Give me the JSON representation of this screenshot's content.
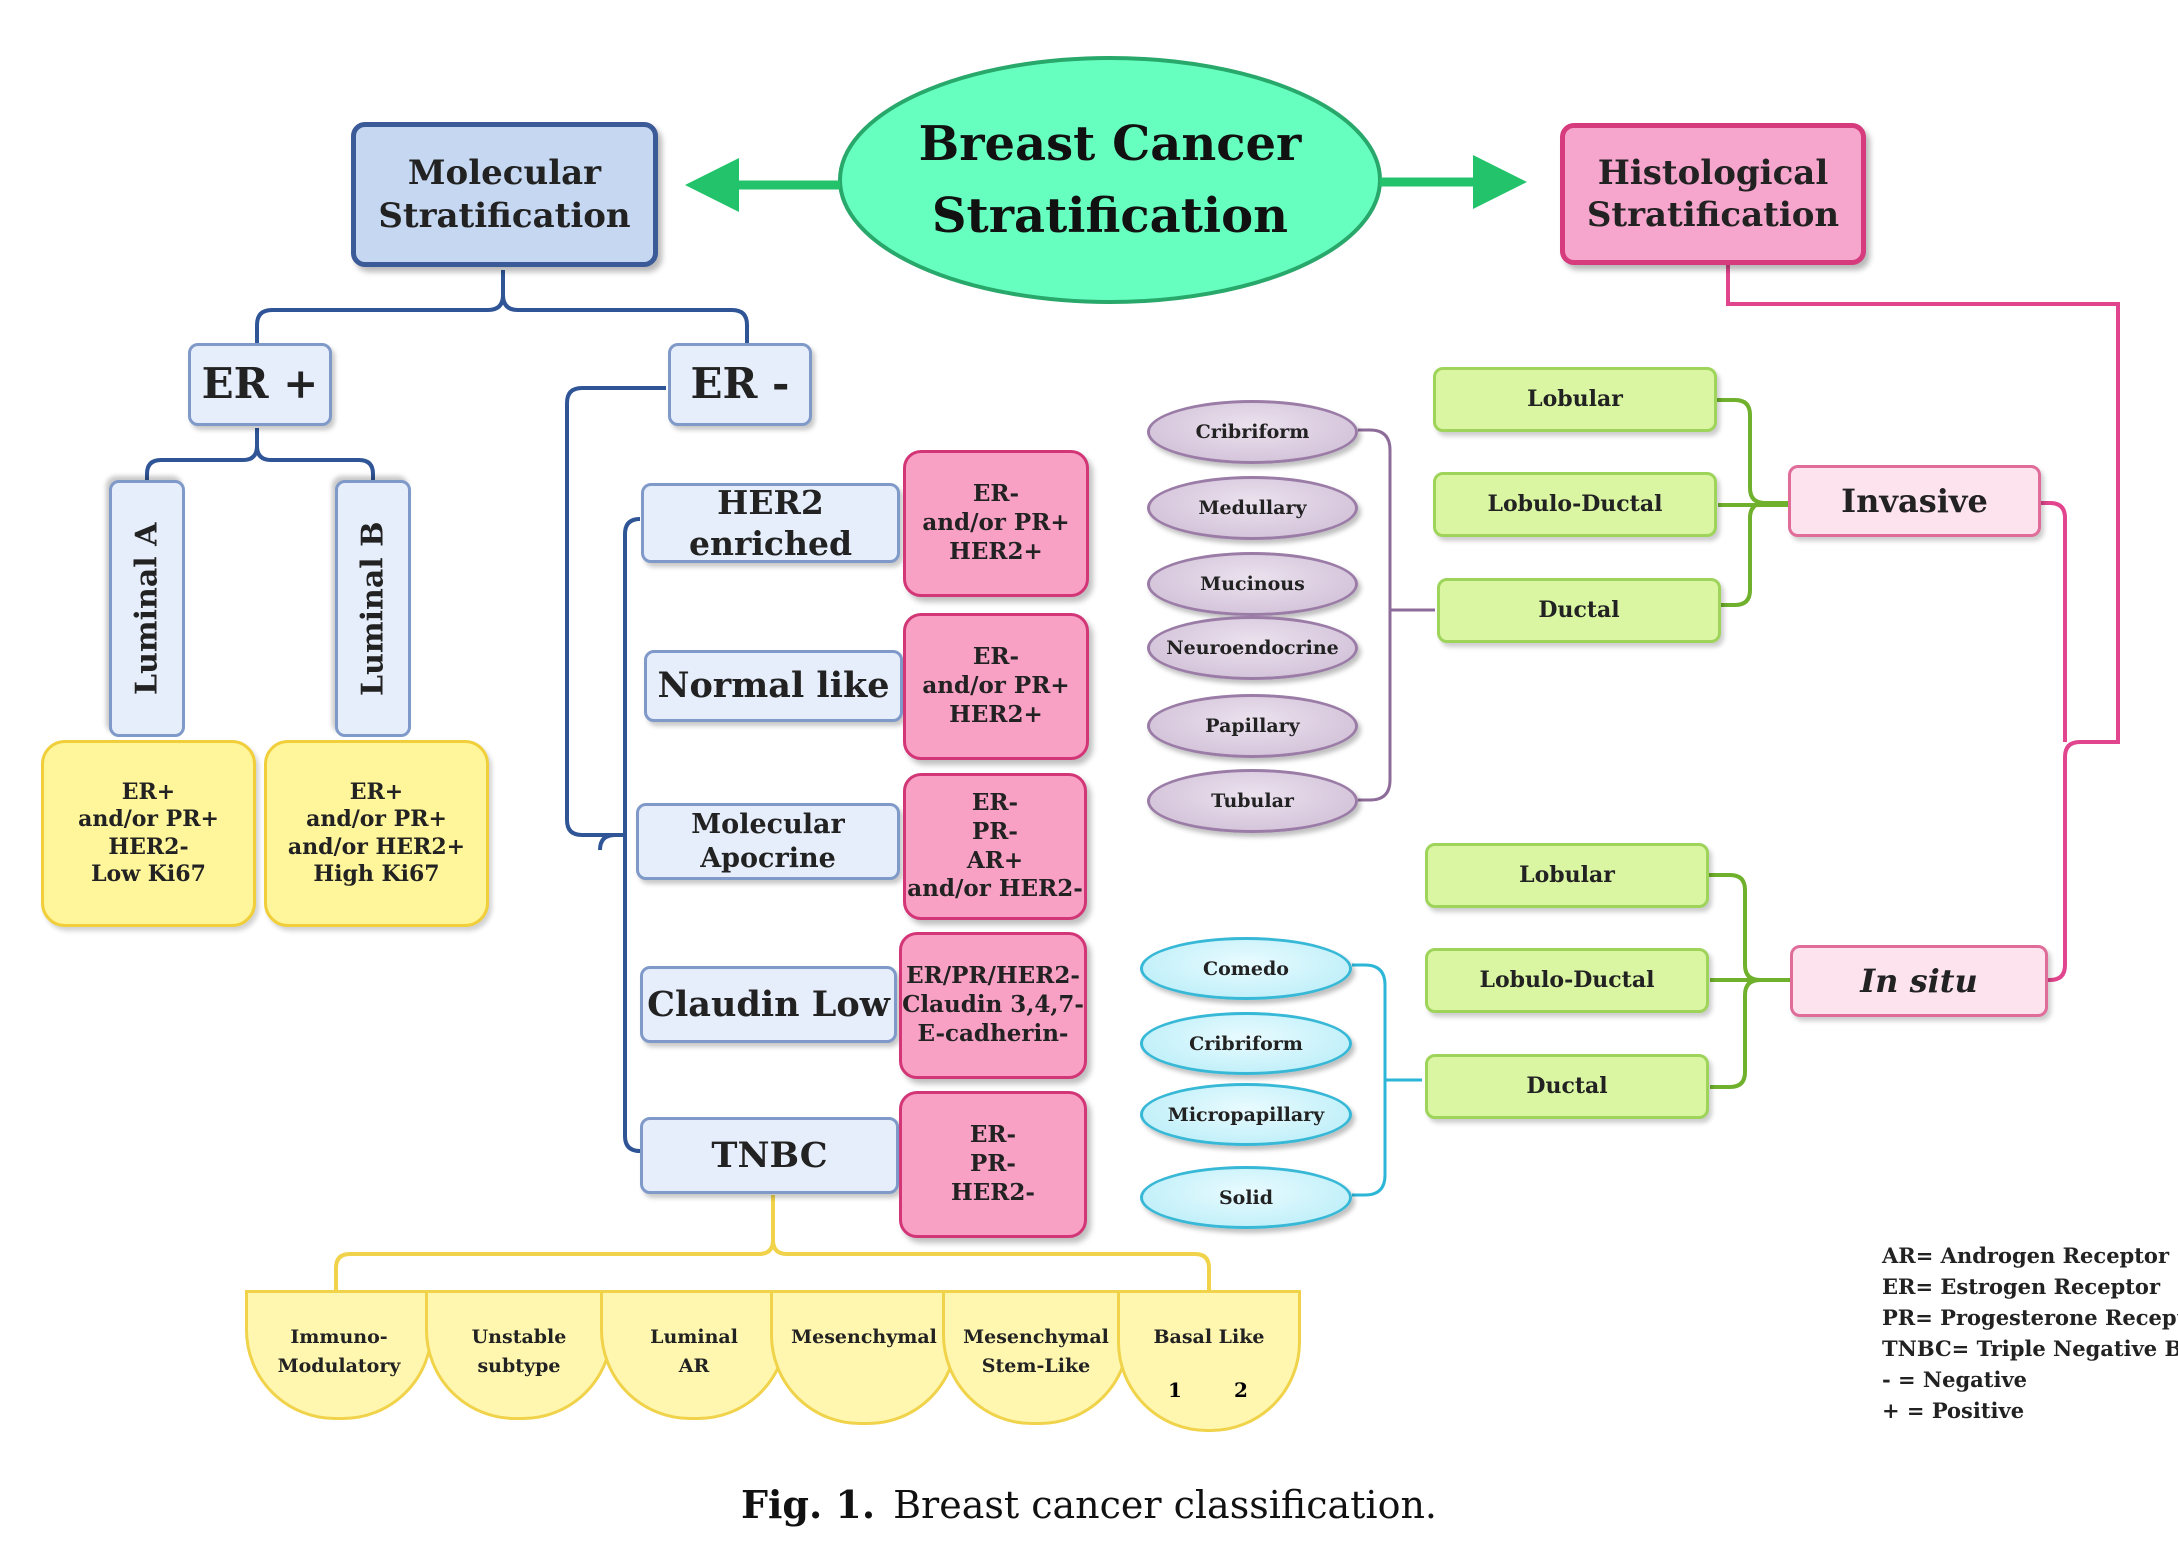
{
  "title": "Breast Cancer\nStratification",
  "molecular": "Molecular\nStratification",
  "histological": "Histological\nStratification",
  "er_pos": "ER +",
  "er_neg": "ER -",
  "luminal_a": "Luminal A",
  "luminal_b": "Luminal B",
  "luminal_a_desc": "ER+\nand/or PR+\nHER2-\nLow Ki67",
  "luminal_b_desc": "ER+\nand/or PR+\nand/or HER2+\nHigh Ki67",
  "er_neg_subtypes": [
    {
      "name": "HER2 enriched",
      "desc": "ER-\nand/or PR+\nHER2+"
    },
    {
      "name": "Normal like",
      "desc": "ER-\nand/or PR+\nHER2+"
    },
    {
      "name": "Molecular Apocrine",
      "desc": "ER-\nPR-\nAR+\nand/or HER2-"
    },
    {
      "name": "Claudin Low",
      "desc": "ER/PR/HER2-\nClaudin 3,4,7-\nE-cadherin-"
    },
    {
      "name": "TNBC",
      "desc": "ER-\nPR-\nHER2-"
    }
  ],
  "tnbc_subtypes": [
    "Immuno-\nModulatory",
    "Unstable\nsubtype",
    "Luminal\nAR",
    "Mesenchymal",
    "Mesenchymal\nStem-Like",
    "Basal Like"
  ],
  "basal_numbers": [
    "1",
    "2"
  ],
  "invasive": "Invasive",
  "in_situ": "In situ",
  "invasive_types": [
    "Lobular",
    "Lobulo-Ductal",
    "Ductal"
  ],
  "in_situ_types": [
    "Lobular",
    "Lobulo-Ductal",
    "Ductal"
  ],
  "invasive_ductal_subtypes": [
    "Cribriform",
    "Medullary",
    "Mucinous",
    "Neuroendocrine",
    "Papillary",
    "Tubular"
  ],
  "in_situ_ductal_subtypes": [
    "Comedo",
    "Cribriform",
    "Micropapillary",
    "Solid"
  ],
  "legend": [
    "AR= Androgen Receptor",
    "ER= Estrogen Receptor",
    "PR= Progesterone Receptor",
    "TNBC= Triple Negative BC",
    "- = Negative",
    "+ = Positive"
  ],
  "caption_label": "Fig. 1.",
  "caption_text": "Breast cancer classification.",
  "colors": {
    "title_fill": "#66ffc0",
    "arrow": "#22c36a",
    "molecular_line": "#2f5597",
    "histo_line": "#e0458d",
    "green_line": "#6fb02c",
    "purple_line": "#8e6c99",
    "cyan_line": "#2bb5d6",
    "yellow_line": "#f0d34a"
  }
}
